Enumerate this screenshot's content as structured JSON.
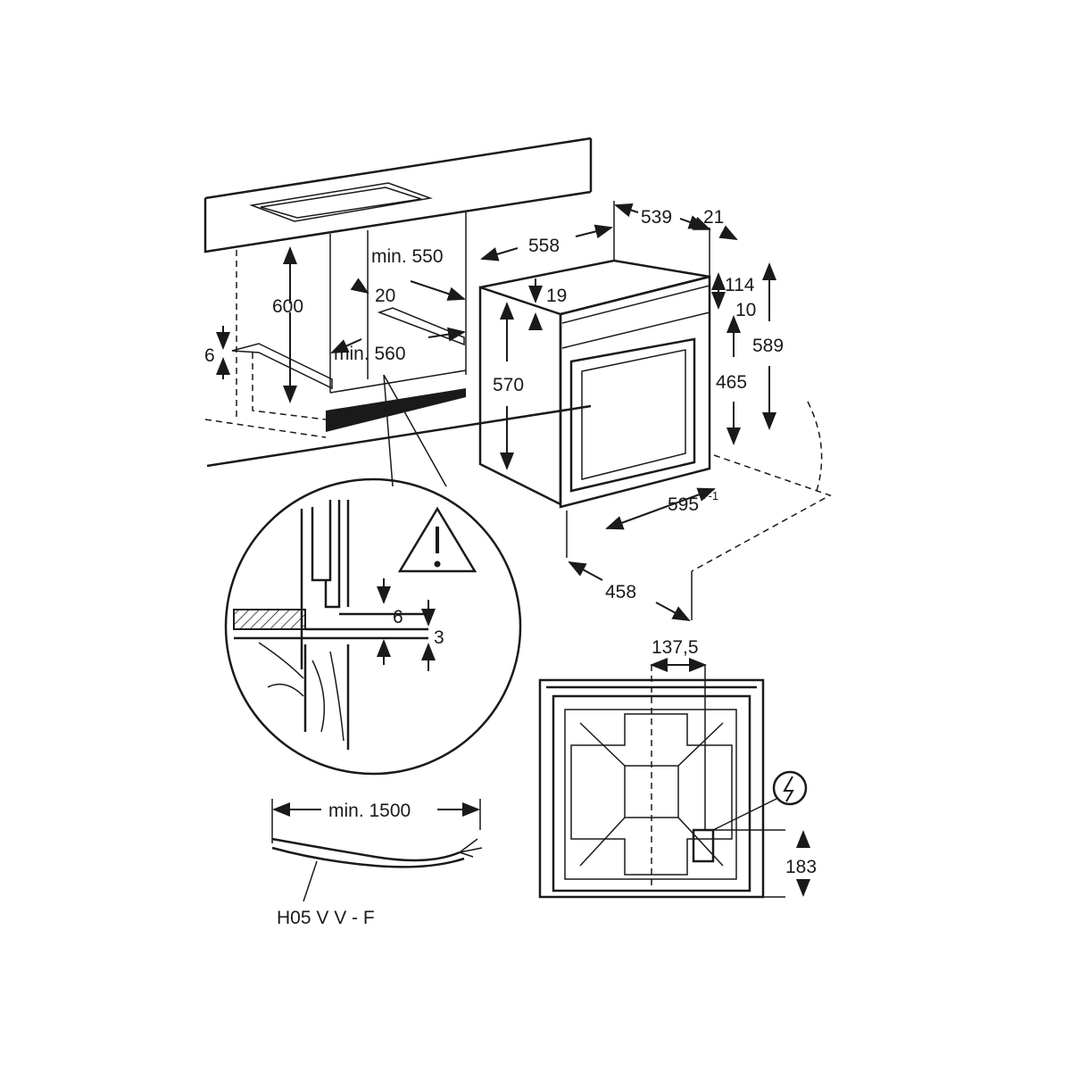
{
  "diagram": {
    "dimensions": {
      "d539": "539",
      "d21": "21",
      "d558": "558",
      "min550": "min. 550",
      "d114": "114",
      "d600": "600",
      "d20": "20",
      "d19": "19",
      "d10": "10",
      "d589": "589",
      "d6_left": "6",
      "min560": "min. 560",
      "d570": "570",
      "d465": "465",
      "d595": "595",
      "d595_tol": "+-1",
      "d458": "458",
      "detail_6": "6",
      "detail_3": "3",
      "d137_5": "137,5",
      "d183": "183",
      "min1500": "min. 1500",
      "cable_type": "H05 V V - F"
    },
    "icons": [
      "warning-triangle-icon",
      "electrical-connection-icon"
    ],
    "line_color": "#1a1a1a"
  }
}
